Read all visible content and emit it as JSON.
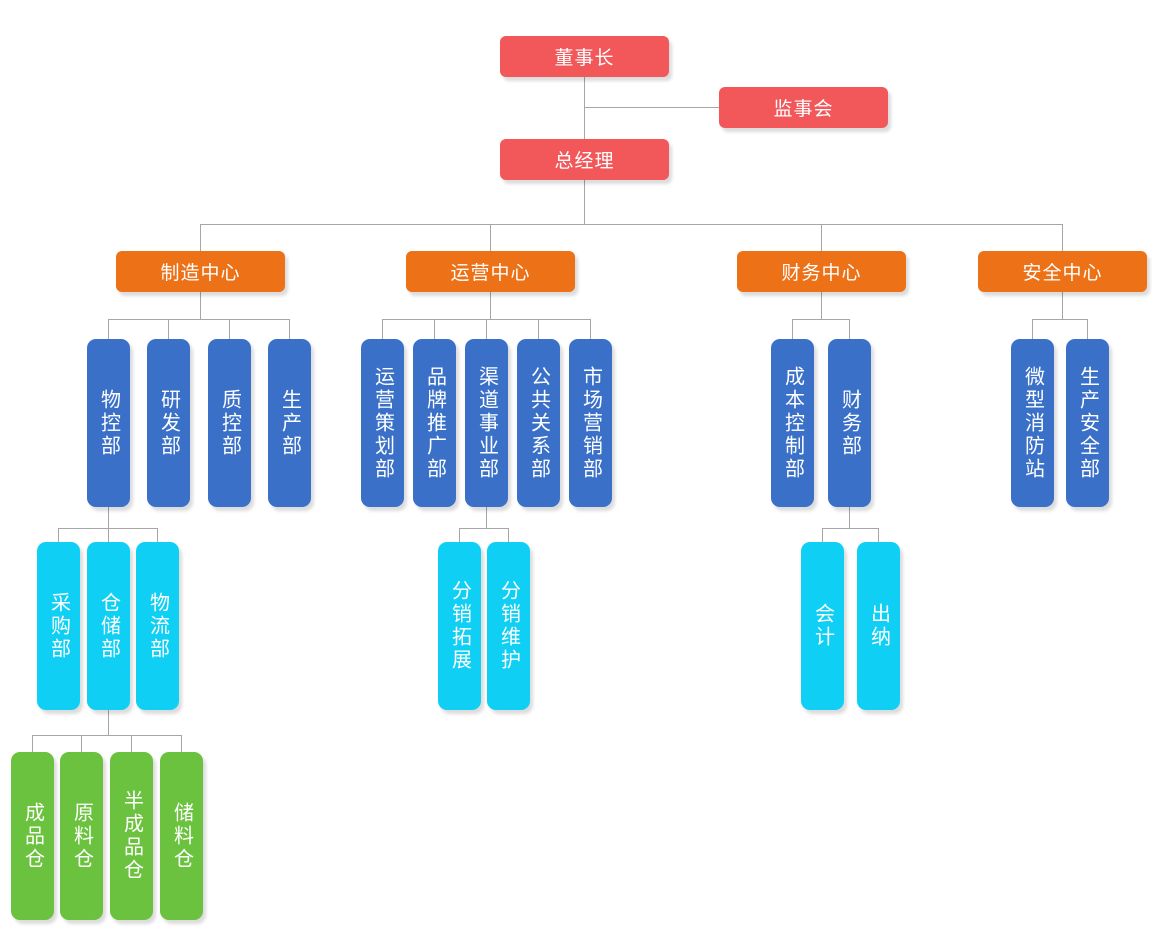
{
  "palette": {
    "executive": "#F2575A",
    "center": "#ED7117",
    "department": "#3A70C8",
    "team": "#0FD0F4",
    "warehouse": "#6BC23E",
    "connector_line": "#A6A6A6",
    "node_text": "#FFFFFF"
  },
  "org": {
    "chairman": {
      "label": "董事长"
    },
    "supervisory_board": {
      "label": "监事会"
    },
    "general_manager": {
      "label": "总经理"
    },
    "centers": [
      {
        "label": "制造中心",
        "departments": [
          {
            "label": "物控部",
            "children": [
              {
                "label": "采购部"
              },
              {
                "label": "仓储部",
                "children": [
                  {
                    "label": "成品仓"
                  },
                  {
                    "label": "原料仓"
                  },
                  {
                    "label": "半成品仓"
                  },
                  {
                    "label": "储料仓"
                  }
                ]
              },
              {
                "label": "物流部"
              }
            ]
          },
          {
            "label": "研发部"
          },
          {
            "label": "质控部"
          },
          {
            "label": "生产部"
          }
        ]
      },
      {
        "label": "运营中心",
        "departments": [
          {
            "label": "运营策划部"
          },
          {
            "label": "品牌推广部"
          },
          {
            "label": "渠道事业部",
            "children": [
              {
                "label": "分销拓展"
              },
              {
                "label": "分销维护"
              }
            ]
          },
          {
            "label": "公共关系部"
          },
          {
            "label": "市场营销部"
          }
        ]
      },
      {
        "label": "财务中心",
        "departments": [
          {
            "label": "成本控制部"
          },
          {
            "label": "财务部",
            "children": [
              {
                "label": "会计"
              },
              {
                "label": "出纳"
              }
            ]
          }
        ]
      },
      {
        "label": "安全中心",
        "departments": [
          {
            "label": "微型消防站"
          },
          {
            "label": "生产安全部"
          }
        ]
      }
    ]
  }
}
